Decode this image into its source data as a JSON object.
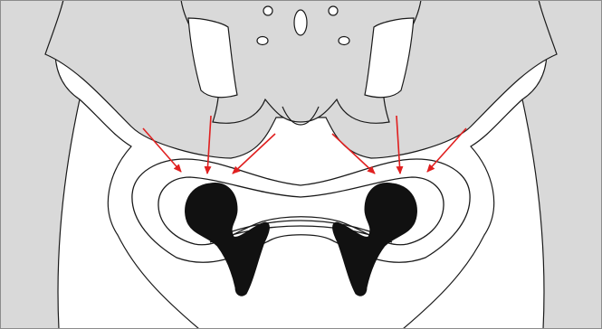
{
  "figure": {
    "colors": {
      "bone_fill": "#d9d9d9",
      "background": "#ffffff",
      "outline": "#1a1a1a",
      "pubic_bone": "#111111",
      "arrow": "#e02020",
      "frame": "#8c8c8c"
    },
    "arrow_groups": [
      {
        "side": "left",
        "count": 3
      },
      {
        "side": "right",
        "count": 3
      }
    ]
  }
}
